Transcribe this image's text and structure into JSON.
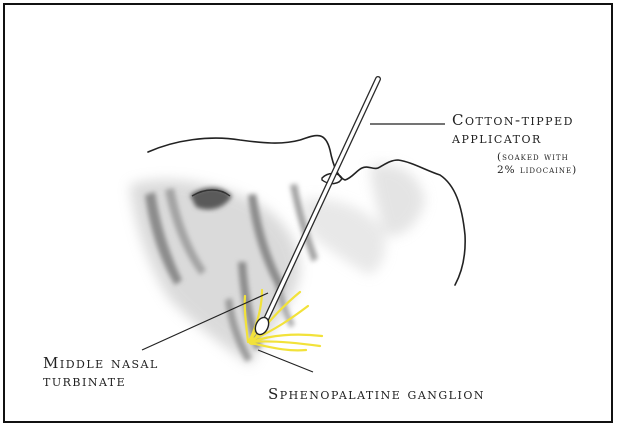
{
  "labels": {
    "applicator_line1": "Cotton-tipped",
    "applicator_line2": "applicator",
    "note_line1": "(soaked with",
    "note_line2": "2% lidocaine)",
    "turbinate_line1": "Middle nasal",
    "turbinate_line2": "turbinate",
    "ganglion": "Sphenopalatine ganglion"
  },
  "colors": {
    "outline": "#222222",
    "shading": "#9a9a9a",
    "ganglion": "#f2e23a",
    "frame": "#111111"
  },
  "icons": {
    "figure": "nasal-anatomy-illustration",
    "tool": "cotton-tipped-applicator"
  }
}
